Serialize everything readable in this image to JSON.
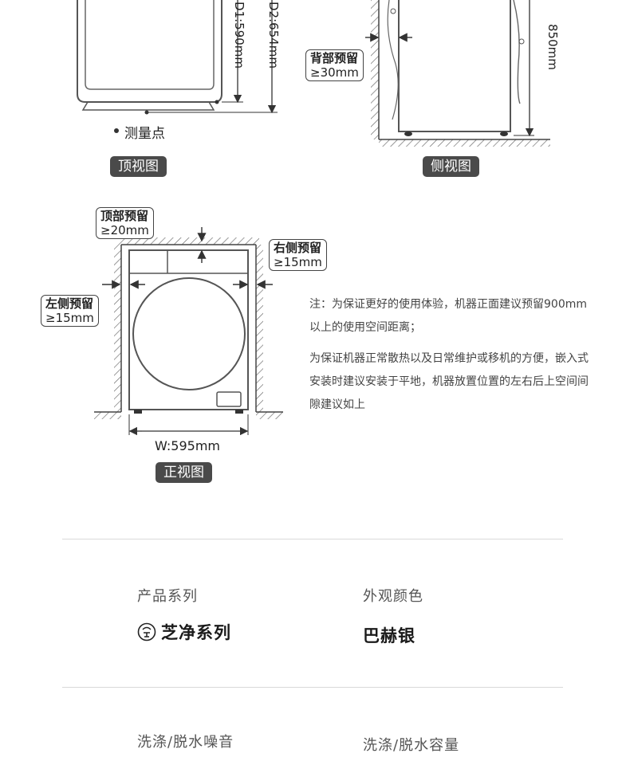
{
  "top_view": {
    "dim_d1": "D1:590mm",
    "dim_d2": "D2:654mm",
    "measure_point": "测量点",
    "label": "顶视图"
  },
  "side_view": {
    "back_clearance_title": "背部预留",
    "back_clearance_value": "≥30mm",
    "height": "850mm",
    "label": "侧视图"
  },
  "front_view": {
    "top_clearance_title": "顶部预留",
    "top_clearance_value": "≥20mm",
    "right_clearance_title": "右侧预留",
    "right_clearance_value": "≥15mm",
    "left_clearance_title": "左侧预留",
    "left_clearance_value": "≥15mm",
    "width": "W:595mm",
    "label": "正视图"
  },
  "notes": {
    "line1": "注：为保证更好的使用体验，机器正面建议预留900mm以上的使用空间距离；",
    "line2": "为保证机器正常散热以及日常维护或移机的方便，嵌入式安装时建议安装于平地，机器放置位置的左右后上空间间隙建议如上"
  },
  "specs": {
    "series_label": "产品系列",
    "series_value": "芝净系列",
    "color_label": "外观颜色",
    "color_value": "巴赫银",
    "noise_label": "洗涤/脱水噪音",
    "capacity_label": "洗涤/脱水容量"
  }
}
